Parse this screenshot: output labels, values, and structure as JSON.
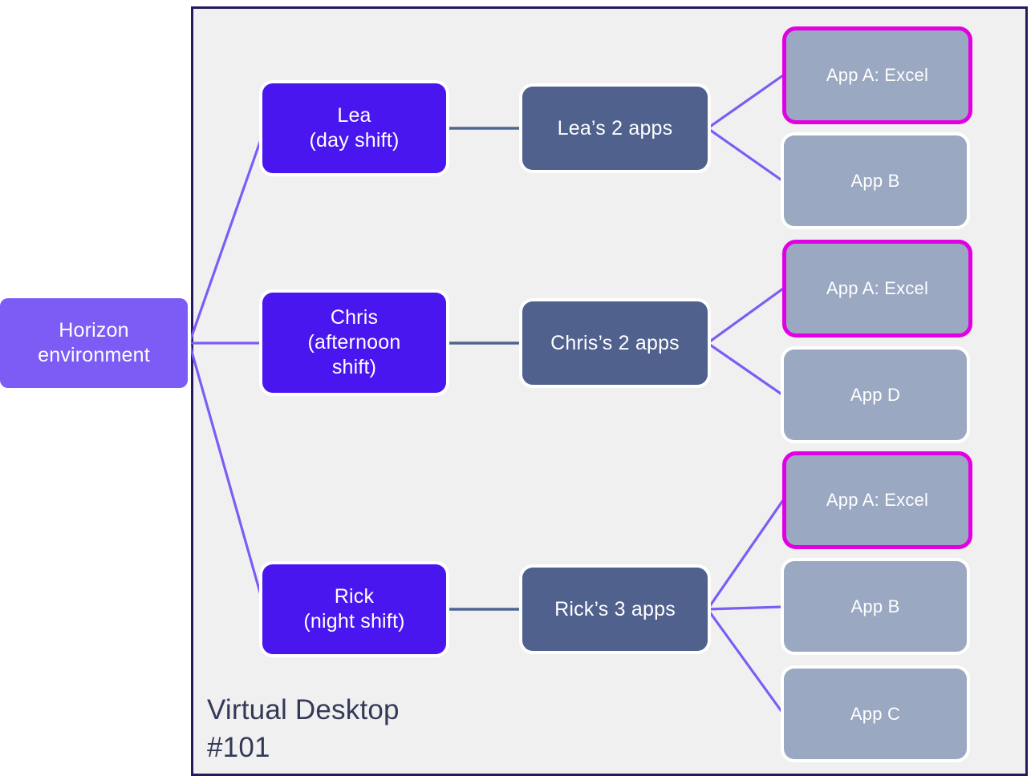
{
  "colors": {
    "canvas": "#ffffff",
    "container_fill": "#f0f0f0",
    "container_border": "#251a5c",
    "root_node": "#7c5cf5",
    "user_node": "#4a16ef",
    "apps_node": "#50618e",
    "app_node": "#9ba8c2",
    "app_highlight_border": "#e100e1",
    "branch_line": "#7c5cf5",
    "connector_line": "#4f6591",
    "label_text": "#333a56",
    "node_text": "#ffffff"
  },
  "container": {
    "label": "Virtual Desktop\n#101"
  },
  "root": {
    "label": "Horizon\nenvironment"
  },
  "rows": [
    {
      "user": {
        "label": "Lea\n(day shift)"
      },
      "apps_group": {
        "label": "Lea’s 2 apps"
      },
      "apps": [
        {
          "label": "App A: Excel",
          "highlighted": true
        },
        {
          "label": "App B",
          "highlighted": false
        }
      ]
    },
    {
      "user": {
        "label": "Chris\n(afternoon\nshift)"
      },
      "apps_group": {
        "label": "Chris’s 2 apps"
      },
      "apps": [
        {
          "label": "App A: Excel",
          "highlighted": true
        },
        {
          "label": "App D",
          "highlighted": false
        }
      ]
    },
    {
      "user": {
        "label": "Rick\n(night shift)"
      },
      "apps_group": {
        "label": "Rick’s 3 apps"
      },
      "apps": [
        {
          "label": "App A: Excel",
          "highlighted": true
        },
        {
          "label": "App B",
          "highlighted": false
        },
        {
          "label": "App C",
          "highlighted": false
        }
      ]
    }
  ]
}
